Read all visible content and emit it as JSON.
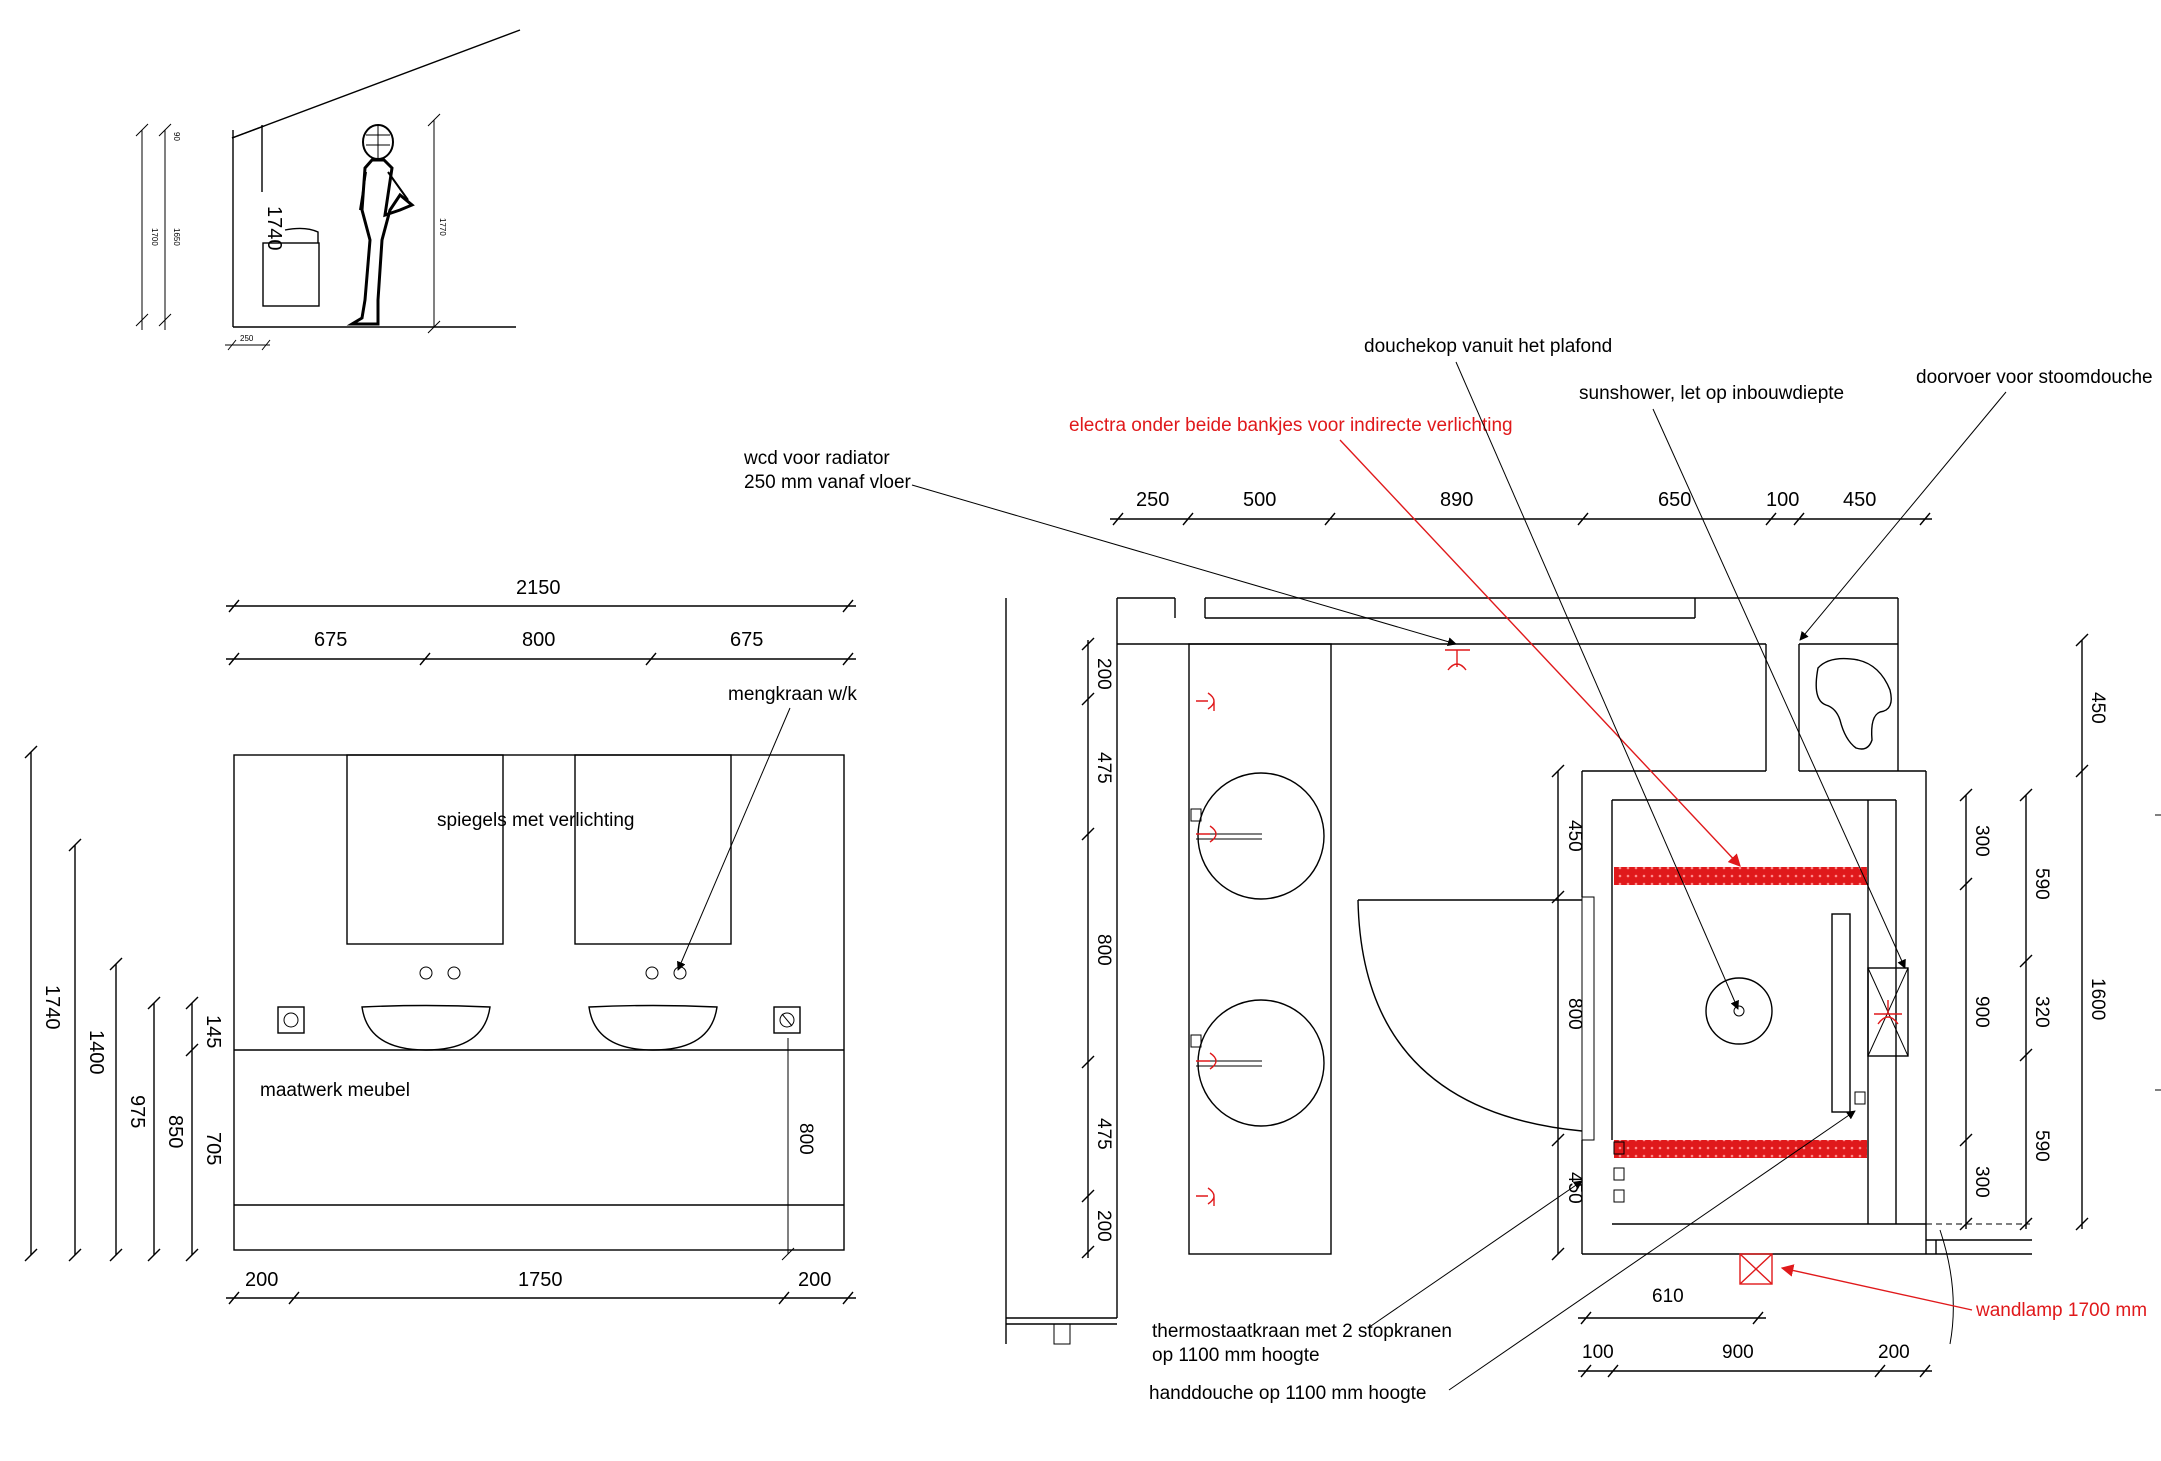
{
  "colors": {
    "line": "#000000",
    "annotation_red": "#e0191b",
    "background": "#ffffff"
  },
  "section": {
    "height_label": "1740",
    "dim_small_1": "1700",
    "dim_small_2": "1650",
    "dim_small_3": "90",
    "dim_person": "1770",
    "dim_base": "250"
  },
  "elevation": {
    "top_total": "2150",
    "top_parts": [
      "675",
      "800",
      "675"
    ],
    "bottom_parts": [
      "200",
      "1750",
      "200"
    ],
    "left_dims": [
      "1740",
      "1400",
      "975",
      "850",
      "705",
      "145"
    ],
    "right_dim": "800",
    "label_mirrors": "spiegels met verlichting",
    "label_mixer": "mengkraan w/k",
    "label_cabinet": "maatwerk meubel"
  },
  "plan": {
    "top_dims": [
      "250",
      "500",
      "890",
      "650",
      "100",
      "450"
    ],
    "left_dims": [
      "200",
      "475",
      "800",
      "475",
      "200"
    ],
    "shower_dims_left": [
      "450",
      "800",
      "450"
    ],
    "right_dims_a": [
      "300",
      "900",
      "300"
    ],
    "right_dims_b": [
      "590",
      "320",
      "590"
    ],
    "right_dims_c": [
      "450",
      "1600"
    ],
    "bottom_dim_1": "610",
    "bottom_dims": [
      "100",
      "900",
      "200"
    ]
  },
  "annotations": {
    "wcd_line1": "wcd voor radiator",
    "wcd_line2": "250 mm vanaf vloer",
    "electra": "electra onder beide bankjes voor indirecte verlichting",
    "douchekop": "douchekop vanuit het plafond",
    "sunshower": "sunshower, let op inbouwdiepte",
    "doorvoer": "doorvoer voor stoomdouche",
    "thermostaat_line1": "thermostaatkraan met 2 stopkranen",
    "thermostaat_line2": "op 1100 mm hoogte",
    "handdouche": "handdouche op 1100 mm hoogte",
    "wandlamp": "wandlamp 1700 mm"
  }
}
